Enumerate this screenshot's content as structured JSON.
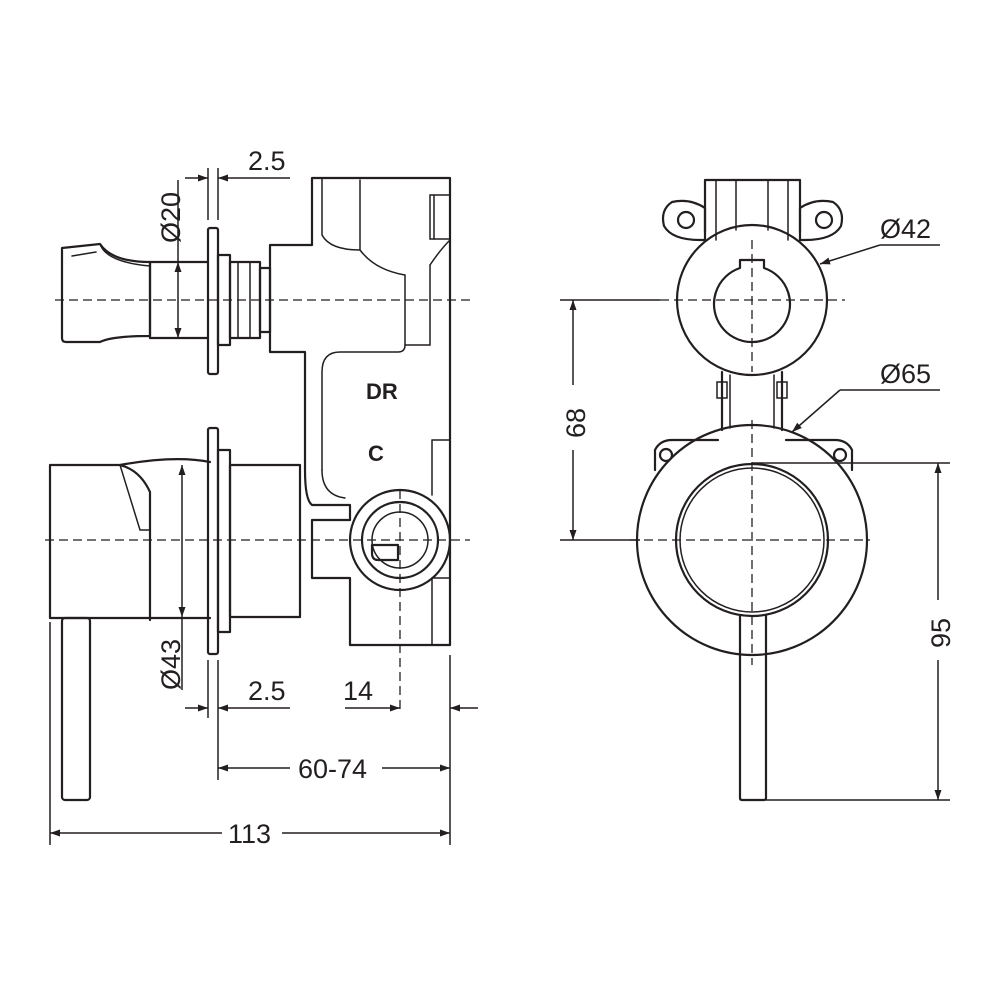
{
  "labels": {
    "dim_2_5_top": "2.5",
    "dim_d20": "Ø20",
    "dim_d43": "Ø43",
    "dim_2_5_bottom": "2.5",
    "dim_14": "14",
    "dim_60_74": "60-74",
    "dim_113": "113",
    "dim_d42": "Ø42",
    "dim_d65": "Ø65",
    "dim_68": "68",
    "dim_95": "95",
    "mark_dr": "DR",
    "mark_c": "C"
  }
}
